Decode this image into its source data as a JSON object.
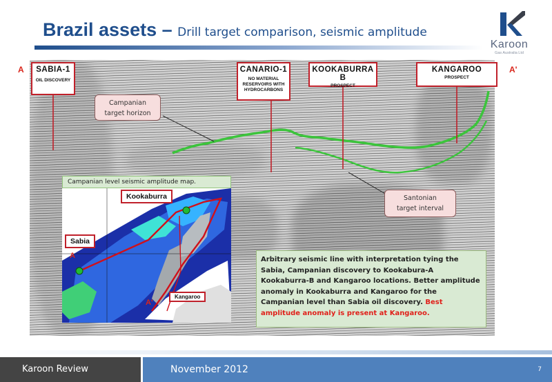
{
  "slide": {
    "title_main": "Brazil assets – ",
    "title_sub": "Drill target comparison, seismic amplitude",
    "logo_name": "Karoon",
    "logo_sub": "Gas Australia Ltd"
  },
  "section": {
    "left_label": "A",
    "right_label": "A'"
  },
  "wells": [
    {
      "name": "SABIA-1",
      "subtitle": "OIL DISCOVERY"
    },
    {
      "name": "CANARIO-1",
      "subtitle": "NO MATERIAL RESERVOIRS WITH HYDROCARBONS"
    },
    {
      "name": "KOOKABURRA B",
      "subtitle": "PROSPECT"
    },
    {
      "name": "KANGAROO",
      "subtitle": "PROSPECT"
    }
  ],
  "callouts": {
    "campanian": "Campanian target horizon",
    "santonian": "Santonian target interval"
  },
  "inset": {
    "title": "Campanian level seismic amplitude map.",
    "label_kookaburra": "Kookaburra",
    "label_sabia": "Sabia",
    "label_kangaroo": "Kangaroo",
    "point_a": "A",
    "point_a_prime": "A'"
  },
  "note": {
    "text": "Arbitrary seismic line with interpretation tying the Sabia, Campanian discovery to Kookabura-A Kookaburra-B and Kangaroo locations. Better amplitude anomaly in Kookaburra and Kangaroo for the Campanian level than Sabia oil discovery. ",
    "highlight": "Best amplitude anomaly is present at Kangaroo."
  },
  "footer": {
    "left": "Karoon Review",
    "date": "November 2012",
    "page": "7"
  },
  "colors": {
    "title_blue": "#1f4e8c",
    "well_red": "#c0202a",
    "horizon_green": "#3cc43c",
    "note_green": "#d9ead3",
    "footer_blue": "#4f81bd",
    "footer_gray": "#444444",
    "highlight_red": "#e0201a"
  }
}
